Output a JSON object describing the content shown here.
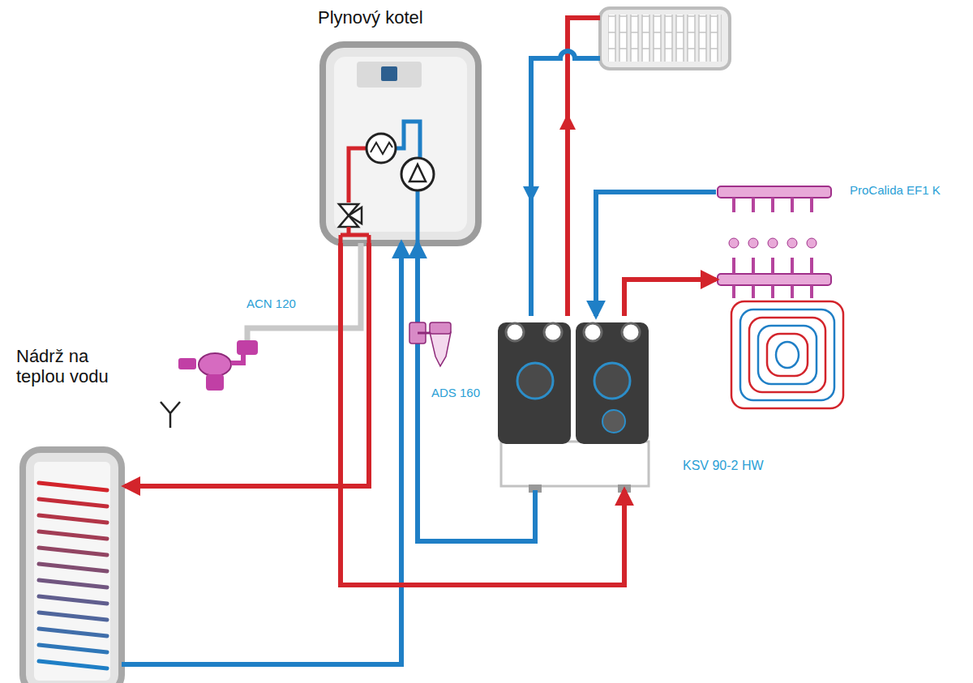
{
  "diagram": {
    "nodes": [
      {
        "text": [
          "Plynový kotel"
        ]
      },
      {
        "text": [
          "Nádrž na teplou vodu"
        ]
      },
      {
        "text": [
          "KSV 90-2 HW"
        ]
      },
      {
        "text": [
          "ProCalida EF1 K"
        ]
      }
    ],
    "edges": [
      {
        "from": 0,
        "to": 1,
        "arrow": "to"
      },
      {
        "from": 1,
        "to": 0,
        "arrow": "to"
      },
      {
        "from": 0,
        "to": 2,
        "arrow": "to"
      },
      {
        "from": 2,
        "to": 0,
        "arrow": "to"
      },
      {
        "from": 2,
        "to": 3,
        "arrow": "to"
      },
      {
        "from": 3,
        "to": 2,
        "arrow": "to"
      }
    ],
    "labels": [
      "ACN 120",
      "ADS 160"
    ]
  }
}
